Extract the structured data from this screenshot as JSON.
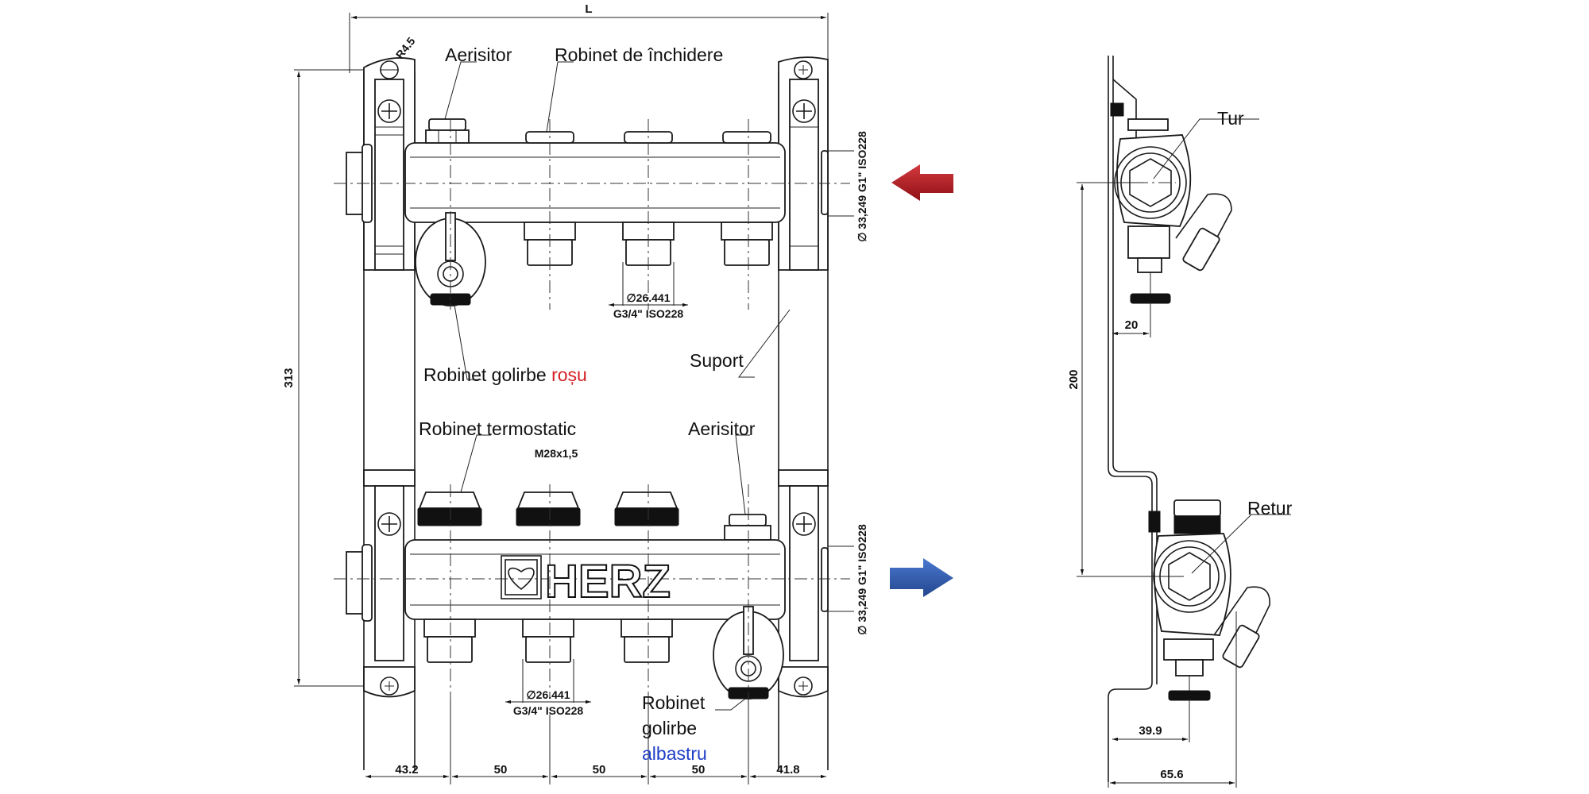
{
  "title": "HERZ manifold technical drawing",
  "front_view": {
    "overall_length_label": "L",
    "hole_radius_label": "R4.5",
    "height_dim": "313",
    "bottom_dims": [
      "43.2",
      "50",
      "50",
      "50",
      "41.8"
    ],
    "supply_thread_label": "∅ 33,249 G1\" ISO228",
    "return_thread_label": "∅ 33,249 G1\" ISO228",
    "outlet_dim_upper": {
      "diameter": "∅26.441",
      "thread": "G3/4\" ISO228"
    },
    "outlet_dim_lower": {
      "diameter": "∅26.441",
      "thread": "G3/4\" ISO228"
    },
    "thermo_thread": "M28x1,5",
    "brand": "HERZ",
    "labels": {
      "aerisitor_top": "Aerisitor",
      "robinet_inchidere": "Robinet de închidere",
      "robinet_golire_rosu_prefix": "Robinet golirbe ",
      "robinet_golire_rosu_color": "roșu",
      "suport": "Suport",
      "robinet_termostatic": "Robinet termostatic",
      "aerisitor_bottom": "Aerisitor",
      "robinet_golire_albastru_line1": "Robinet",
      "robinet_golire_albastru_line2": "golirbe",
      "robinet_golire_albastru_color": "albastru"
    }
  },
  "side_view": {
    "supply_label": "Tur",
    "return_label": "Retur",
    "vertical_dim": "200",
    "dim_top_offset": "20",
    "dim_bottom_offset": "39.9",
    "dim_depth": "65.6"
  },
  "arrows": {
    "supply_direction": "left",
    "return_direction": "right",
    "supply_color": "#b3191f",
    "return_color": "#2f5aa8"
  },
  "colors": {
    "red_text": "#d42026",
    "blue_text": "#2140c8"
  }
}
